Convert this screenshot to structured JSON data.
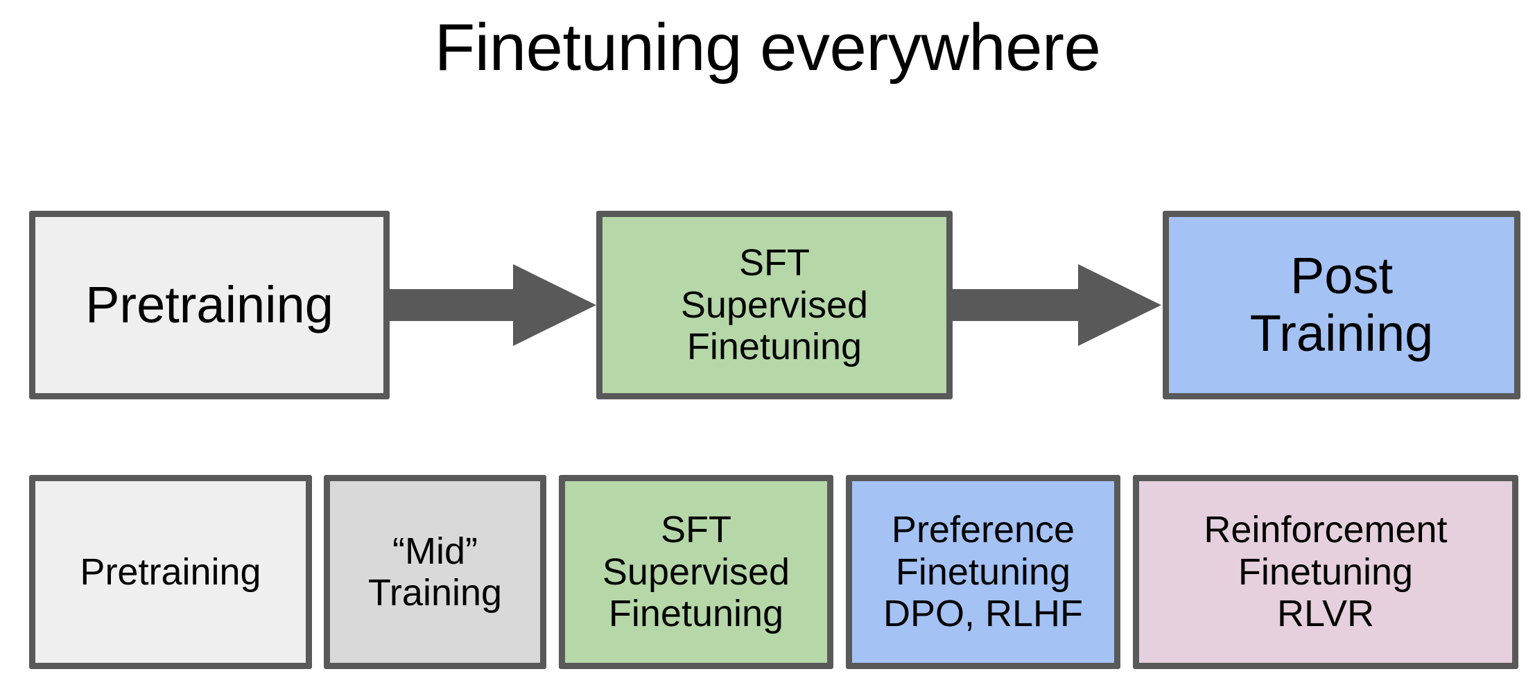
{
  "title": "Finetuning everywhere",
  "colors": {
    "background": "#ffffff",
    "border": "#595959",
    "arrow": "#595959",
    "neutral_light": "#efefef",
    "neutral_mid": "#d9d9d9",
    "green": "#b6d7a8",
    "blue": "#a4c2f4",
    "pink": "#e6d0dd",
    "text": "#000000"
  },
  "pipeline": {
    "nodes": [
      {
        "id": "pretraining",
        "label": "Pretraining",
        "fill": "#efefef"
      },
      {
        "id": "sft",
        "label": "SFT\nSupervised\nFinetuning",
        "fill": "#b6d7a8"
      },
      {
        "id": "post-training",
        "label": "Post\nTraining",
        "fill": "#a4c2f4"
      }
    ],
    "arrows": [
      {
        "id": "arrow-1",
        "from": "pretraining",
        "to": "sft",
        "glyph": "arrow-right-icon"
      },
      {
        "id": "arrow-2",
        "from": "sft",
        "to": "post-training",
        "glyph": "arrow-right-icon"
      }
    ]
  },
  "stages": {
    "nodes": [
      {
        "id": "pretraining",
        "label": "Pretraining",
        "fill": "#efefef"
      },
      {
        "id": "mid-training",
        "label": "“Mid”\nTraining",
        "fill": "#d9d9d9"
      },
      {
        "id": "sft",
        "label": "SFT\nSupervised\nFinetuning",
        "fill": "#b6d7a8"
      },
      {
        "id": "preference-finetuning",
        "label": "Preference\nFinetuning\nDPO, RLHF",
        "fill": "#a4c2f4"
      },
      {
        "id": "reinforcement-finetuning",
        "label": "Reinforcement\nFinetuning\nRLVR",
        "fill": "#e6d0dd"
      }
    ]
  }
}
